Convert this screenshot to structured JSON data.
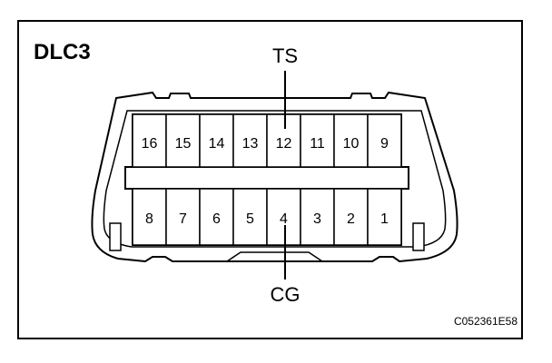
{
  "title": "DLC3",
  "figure_code": "C052361E58",
  "labels": {
    "top": "TS",
    "bottom": "CG"
  },
  "pins": {
    "top_row": [
      "16",
      "15",
      "14",
      "13",
      "12",
      "11",
      "10",
      "9"
    ],
    "bottom_row": [
      "8",
      "7",
      "6",
      "5",
      "4",
      "3",
      "2",
      "1"
    ]
  },
  "highlighted_pins": {
    "ts": "12",
    "cg": "4"
  }
}
